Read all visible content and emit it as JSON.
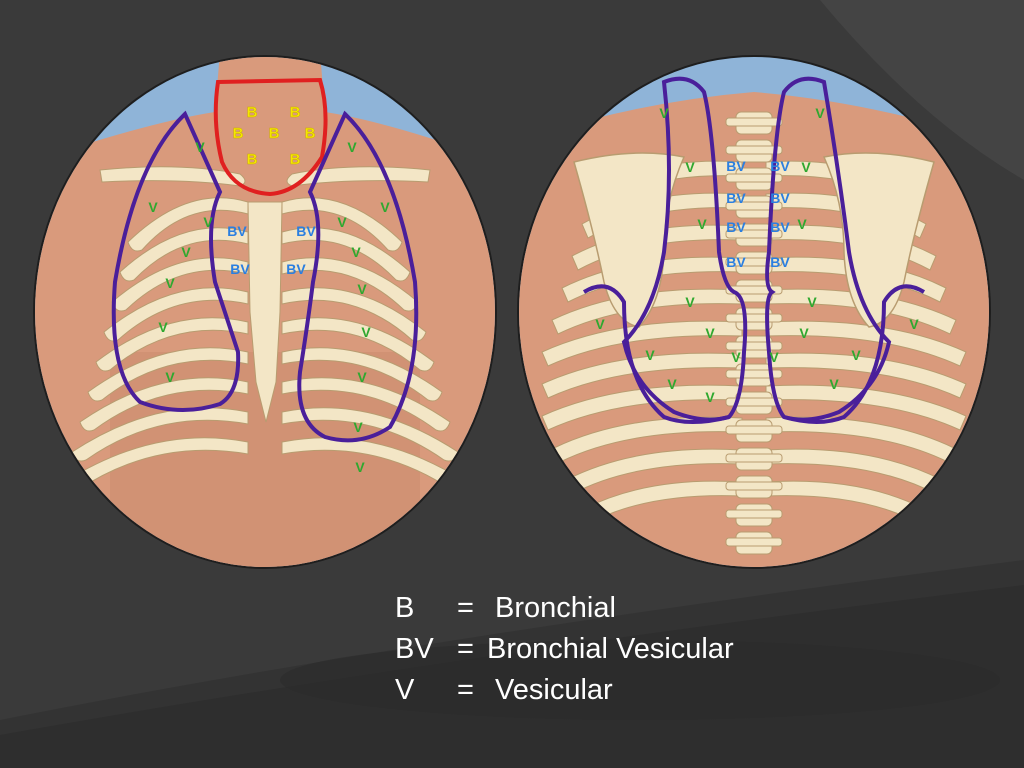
{
  "front_view": {
    "bronchial_markers": [
      "B",
      "B",
      "B",
      "B",
      "B",
      "B",
      "B"
    ],
    "bronchovesicular_markers": [
      "BV",
      "BV",
      "BV",
      "BV"
    ],
    "vesicular_markers": [
      "V",
      "V",
      "V",
      "V",
      "V",
      "V",
      "V",
      "V",
      "V",
      "V",
      "V",
      "V",
      "V",
      "V",
      "V",
      "V"
    ]
  },
  "back_view": {
    "bronchovesicular_markers": [
      "BV",
      "BV",
      "BV",
      "BV",
      "BV",
      "BV",
      "BV",
      "BV"
    ],
    "vesicular_markers": [
      "V",
      "V",
      "V",
      "V",
      "V",
      "V",
      "V",
      "V",
      "V",
      "V",
      "V",
      "V",
      "V",
      "V",
      "V",
      "V",
      "V",
      "V",
      "V"
    ]
  },
  "legend": {
    "items": [
      {
        "key": "B",
        "equals": "=",
        "term": "Bronchial"
      },
      {
        "key": "BV",
        "equals": "=",
        "term": "Bronchial Vesicular"
      },
      {
        "key": "V",
        "equals": "=",
        "term": "Vesicular"
      }
    ]
  },
  "colors": {
    "background": "#3a3a3a",
    "skin": "#d99a7c",
    "bone": "#f3e6c6",
    "bronchial_region": "#e02020",
    "region_outline": "#4a1f9a",
    "bronchial_marker": "#f5e800",
    "bronchovesicular_marker": "#2b7fe0",
    "vesicular_marker": "#2fa82f",
    "legend_text": "#ffffff"
  }
}
